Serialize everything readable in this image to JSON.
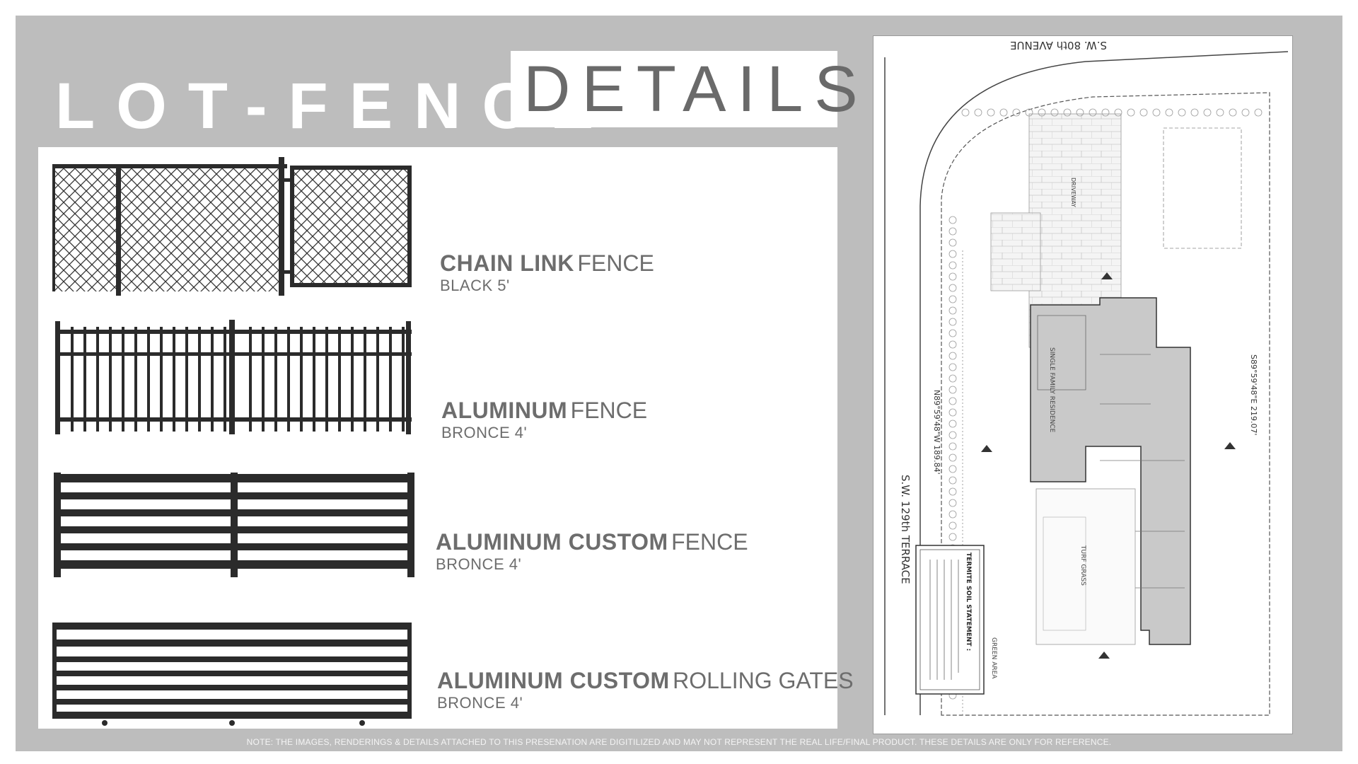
{
  "title": {
    "left": "LOT-FENCE",
    "right": "DETAILS"
  },
  "fences": [
    {
      "bold": "CHAIN LINK",
      "thin": "FENCE",
      "sub": "BLACK 5'"
    },
    {
      "bold": "ALUMINUM",
      "thin": "FENCE",
      "sub": "BRONCE 4'"
    },
    {
      "bold": "ALUMINUM CUSTOM",
      "thin": "FENCE",
      "sub": "BRONCE 4'"
    },
    {
      "bold": "ALUMINUM CUSTOM",
      "thin": "ROLLING GATES",
      "sub": "BRONCE 4'"
    }
  ],
  "site_plan": {
    "street_top": "S.W. 80th AVENUE",
    "street_left": "S.W. 129th TERRACE",
    "residence": "SINGLE FAMILY RESIDENCE",
    "driveway": "DRIVEWAY",
    "turf": "TURF GRASS",
    "green_area": "GREEN AREA",
    "bearing_left": "N89°59'48\"W 189.84'",
    "bearing_right": "S89°59'48\"E 219.07'",
    "termite_title": "TERMITE SOIL STATEMENT :"
  },
  "footer_note": "NOTE: THE IMAGES, RENDERINGS & DETAILS ATTACHED TO THIS PRESENATION ARE DIGITILIZED AND MAY NOT REPRESENT THE REAL LIFE/FINAL PRODUCT. THESE DETAILS ARE ONLY FOR REFERENCE.",
  "colors": {
    "frame": "#bdbdbd",
    "title_white": "#ffffff",
    "title_grey": "#6a6a6a",
    "label": "#6d6d6d",
    "fence": "#2b2b2b"
  }
}
